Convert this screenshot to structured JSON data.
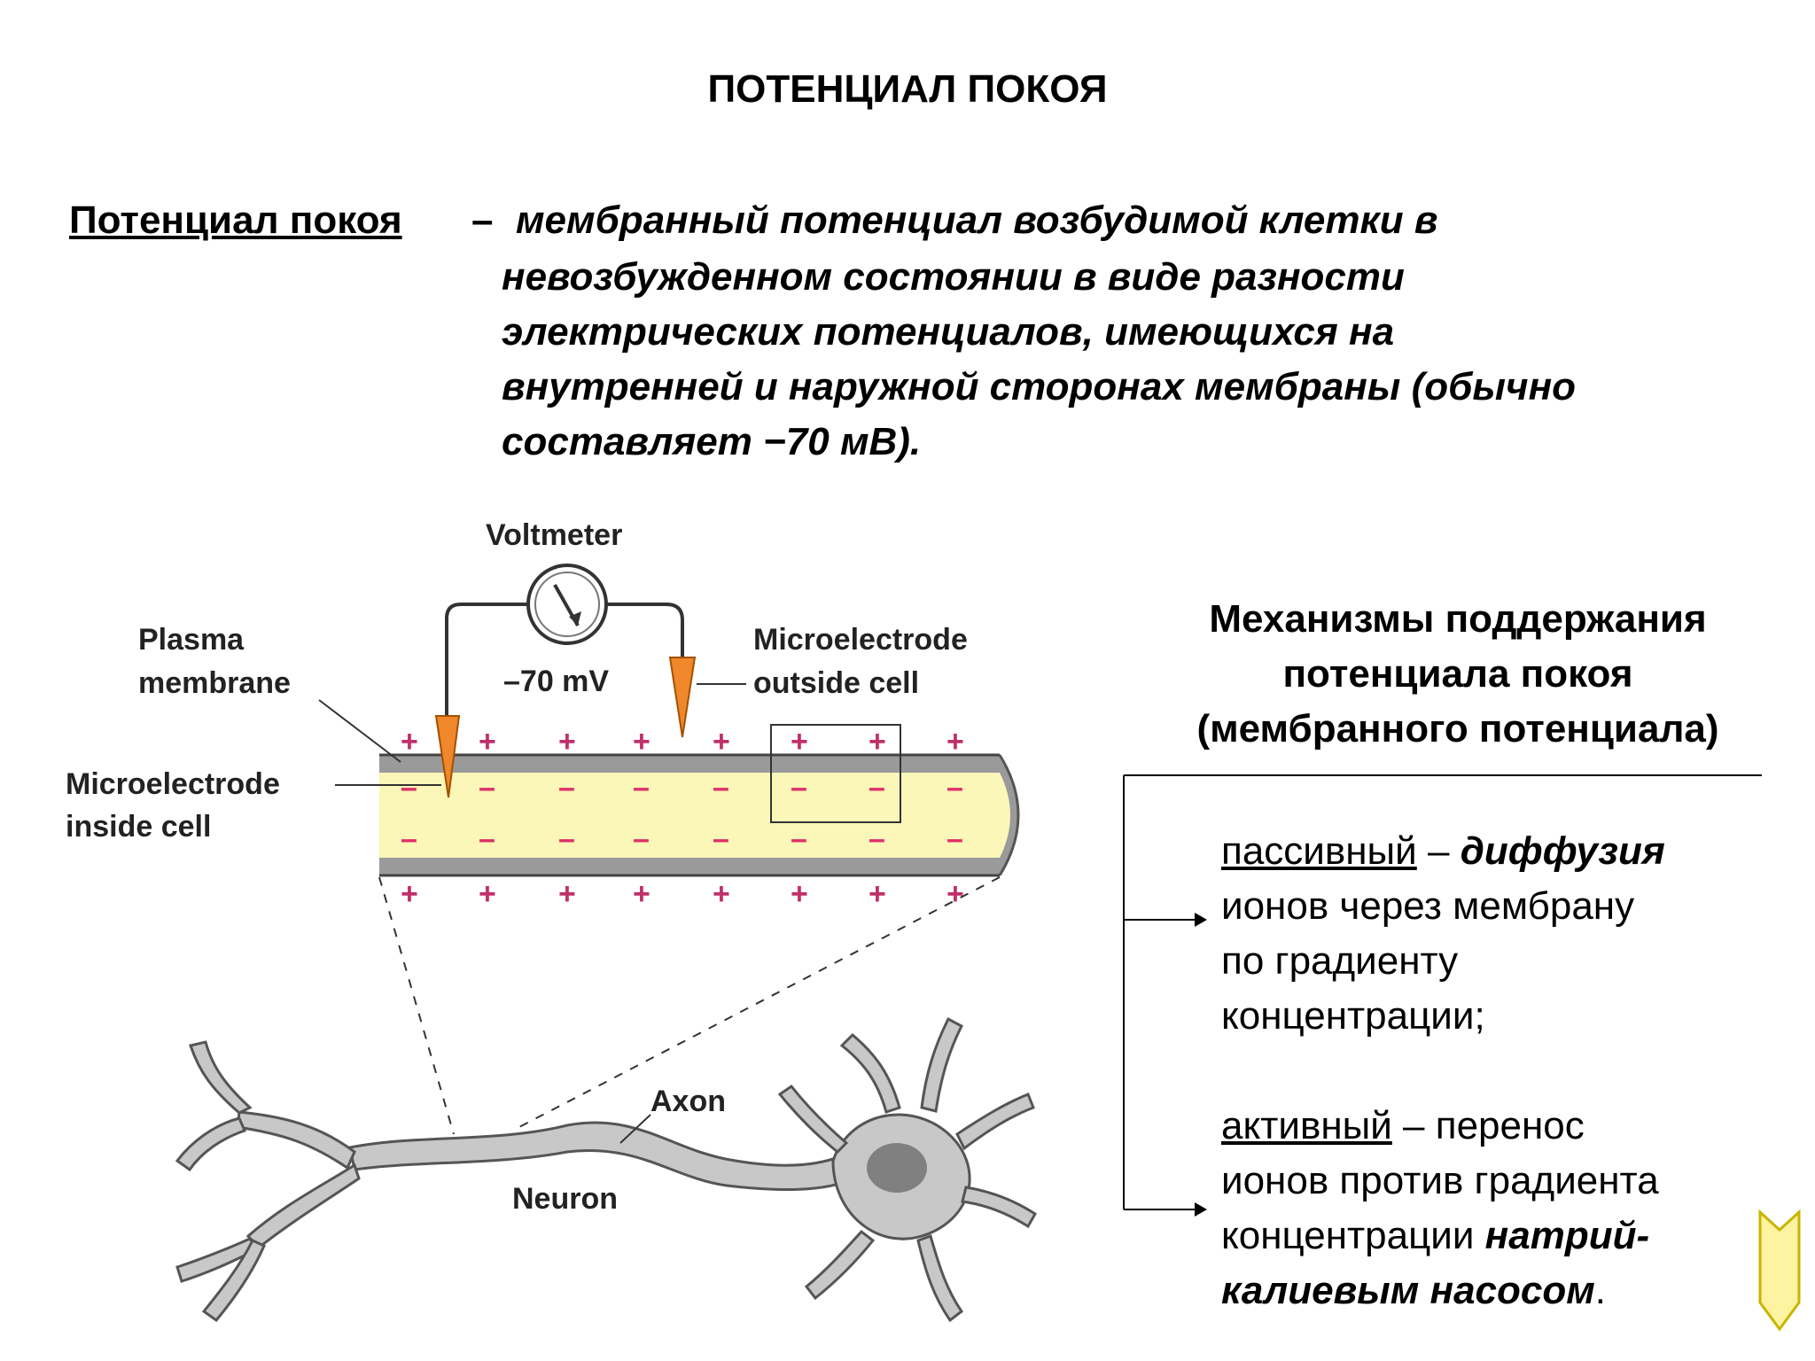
{
  "title": "ПОТЕНЦИАЛ ПОКОЯ",
  "definition": {
    "term": "Потенциал покоя",
    "dash": "–",
    "lines": [
      "мембранный потенциал возбудимой клетки в",
      "невозбужденном состоянии в виде разности",
      "электрических потенциалов, имеющихся на",
      "внутренней и наружной сторонах мембраны (обычно",
      "составляет −70 мВ)."
    ]
  },
  "diagram": {
    "voltmeter": "Voltmeter",
    "reading": "–70 mV",
    "plasma_membrane": [
      "Plasma",
      "membrane"
    ],
    "electrode_outside": [
      "Microelectrode",
      "outside cell"
    ],
    "electrode_inside": [
      "Microelectrode",
      "inside cell"
    ],
    "axon": "Axon",
    "neuron": "Neuron",
    "plus": "+",
    "minus": "–",
    "colors": {
      "membrane": "#9a9a9a",
      "cytoplasm": "#fbf7b8",
      "electrode": "#f0872a",
      "plus": "#c0306a",
      "minus": "#e0306a",
      "neuron": "#c8c8c8",
      "nucleus": "#808080"
    }
  },
  "mechanisms": {
    "title": [
      "Механизмы поддержания",
      "потенциала покоя",
      "(мембранного потенциала)"
    ],
    "passive": {
      "term": "пассивный",
      "dash": " – ",
      "keyword": "диффузия",
      "lines": [
        "ионов через мембрану",
        "по градиенту",
        "концентрации;"
      ]
    },
    "active": {
      "term": "активный",
      "rest1": " – перенос",
      "line2": "ионов против градиента",
      "line3_plain": "концентрации ",
      "line3_bold": "натрий-",
      "line4_bold": "калиевым насосом",
      "line4_end": "."
    }
  },
  "decor": {
    "arrow_color": "#fdf3a0",
    "arrow_stroke": "#c8b400"
  }
}
